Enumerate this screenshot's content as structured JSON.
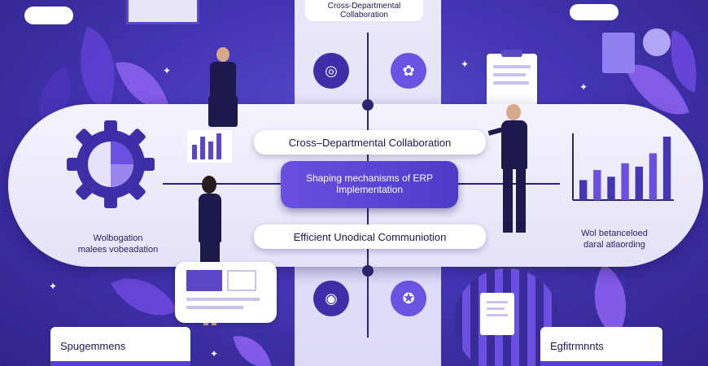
{
  "top_label": "Cross-Departmental Collaboration",
  "main_label": "Cross–Departmental Collaboration",
  "center_badge": {
    "line1": "Shaping mechanisms of ERP",
    "line2": "Implementation"
  },
  "bottom_label": "Efficient Unodical Communiotion",
  "left_text": {
    "line1": "Wolbogation",
    "line2": "malees vobeadation"
  },
  "right_text": {
    "line1": "Wol betanceloed",
    "line2": "daral atlaording"
  },
  "bottom_left_card": "Spugemmens",
  "bottom_right_card": "Egfitrmnnts",
  "chart_data": {
    "type": "bar",
    "values": [
      30,
      45,
      35,
      55,
      50,
      70,
      95
    ]
  },
  "colors": {
    "primary": "#4436b5",
    "accent": "#6a4fe0",
    "dark": "#2b2470",
    "light": "#f4f3fd"
  },
  "icons": [
    "gear-icon",
    "pie-chart-icon",
    "globe-icon",
    "brain-icon",
    "eye-icon",
    "badge-icon",
    "clipboard-icon"
  ]
}
